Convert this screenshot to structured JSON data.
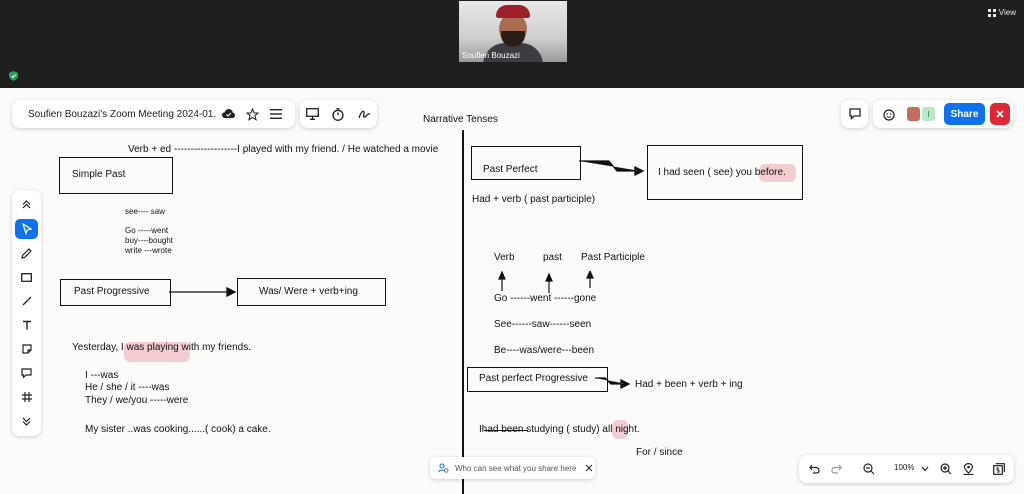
{
  "video": {
    "participant_name": "Soufien Bouzazi"
  },
  "top_controls": {
    "view_label": "View"
  },
  "whiteboard": {
    "title": "Soufien Bouzazi's Zoom Meeting 2024-01...",
    "share_label": "Share",
    "participant_initial": "I",
    "zoom_level": "100%"
  },
  "toast": {
    "text": "Who can see what you share here"
  },
  "icons": {
    "cloud": "cloud-save-icon",
    "star": "star-icon",
    "menu": "hamburger-menu-icon",
    "present": "present-icon",
    "timer": "timer-icon",
    "ink": "ink-icon",
    "comment": "comment-icon",
    "reactions": "reactions-icon",
    "close": "close-icon",
    "undo": "undo-icon",
    "redo": "redo-icon",
    "zoom_out": "zoom-out-icon",
    "zoom_in": "zoom-in-icon"
  },
  "colors": {
    "accent": "#0e72ed",
    "danger": "#e02834",
    "highlight": "#e87882"
  },
  "board_content": {
    "heading": "Narrative Tenses",
    "verb_ed": "Verb + ed -------------------I played with my friend. / He watched a movie",
    "simple_past": "Simple Past",
    "see_saw": "see---- saw",
    "go_went": "Go -----went",
    "buy_bought": "buy----bought",
    "write_wrote": "write ---wrote",
    "past_progressive": "Past Progressive",
    "was_were": "Was/ Were + verb+ing",
    "yesterday": "Yesterday, I was playing with my friends.",
    "i_was": "I ---was",
    "he_she_it": "He / she / it ----was",
    "they_we_you": "They / we/you -----were",
    "my_sister": "My sister ..was cooking......( cook) a cake.",
    "past_perfect": "Past Perfect",
    "had_seen": "I had seen ( see) you before.",
    "had_verb": "Had + verb ( past participle)",
    "col_verb": "Verb",
    "col_past": "past",
    "col_pp": "Past Participle",
    "go_row": "Go ------went ------gone",
    "see_row": "See------saw------seen",
    "be_row": "Be----was/were---been",
    "ppp": "Past perfect Progressive",
    "had_been": "Had + been + verb + ing",
    "studying": "Ihad been studying  ( study) all night.",
    "for_since": "For / since"
  }
}
